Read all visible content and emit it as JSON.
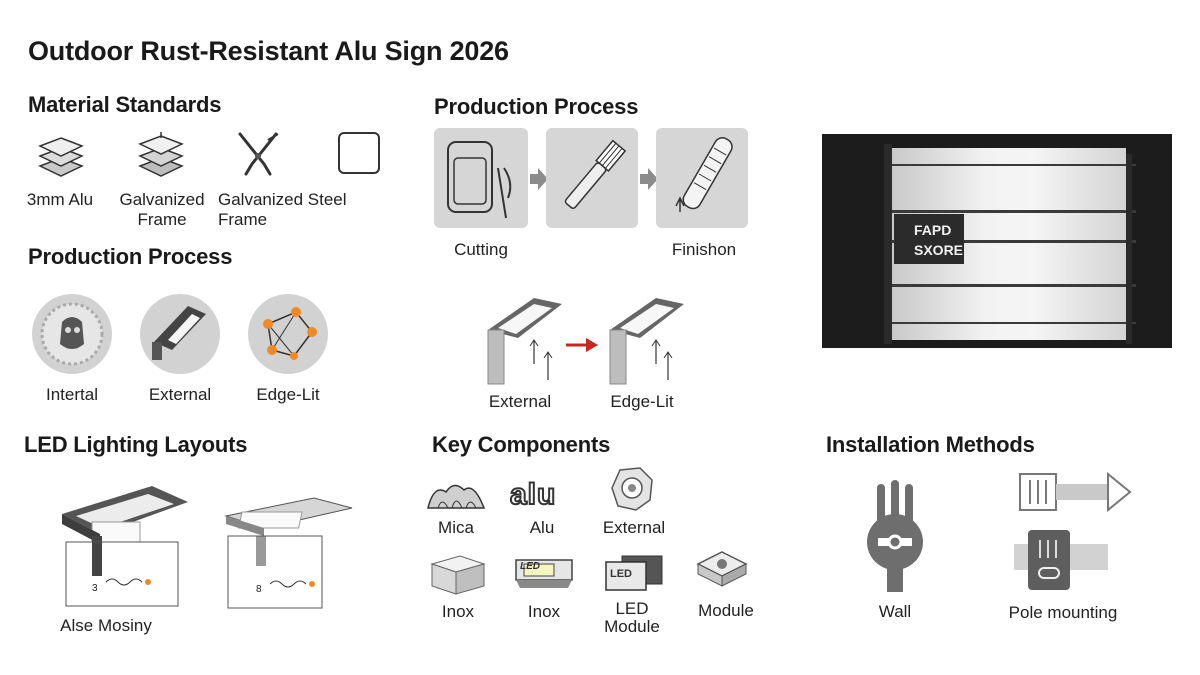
{
  "title": "Outdoor Rust-Resistant Alu Sign 2026",
  "material": {
    "heading": "Material Standards",
    "items": [
      {
        "label": "3mm Alu"
      },
      {
        "label": "Galvanized\nFrame"
      },
      {
        "label": "Galvanized Steel Frame"
      }
    ]
  },
  "production_left": {
    "heading": "Production Process",
    "items": [
      {
        "label": "Intertal"
      },
      {
        "label": "External"
      },
      {
        "label": "Edge-Lit"
      }
    ]
  },
  "production_right": {
    "heading": "Production Process",
    "steps": [
      {
        "label": "Cutting"
      },
      {
        "label": "Finishon"
      }
    ],
    "lit": [
      {
        "label": "External"
      },
      {
        "label": "Edge-Lit"
      }
    ]
  },
  "sign_photo": {
    "text_line1": "FAPD",
    "text_line2": "SXORE"
  },
  "led": {
    "heading": "LED Lighting Layouts",
    "caption": "Alse Mosiny",
    "mark1": "3",
    "mark2": "8"
  },
  "components": {
    "heading": "Key Components",
    "row1": [
      {
        "label": "Mica"
      },
      {
        "label": "Alu"
      },
      {
        "label": "External"
      }
    ],
    "row2": [
      {
        "label": "Inox"
      },
      {
        "label": "Inox"
      },
      {
        "label": "LED\nModule"
      },
      {
        "label": "Module"
      }
    ],
    "alu_icon_text": "alu",
    "led_icon_text": "LED"
  },
  "installation": {
    "heading": "Installation Methods",
    "items": [
      {
        "label": "Wall"
      },
      {
        "label": "Pole mounting"
      }
    ]
  },
  "colors": {
    "accent_orange": "#f08a24",
    "arrow_red": "#cc2222",
    "icon_gray": "#6e6e6e"
  }
}
